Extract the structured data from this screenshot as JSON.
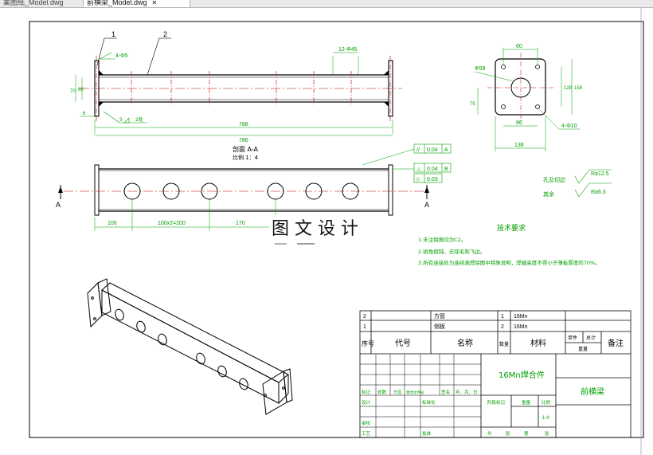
{
  "tabs": [
    {
      "label": "案图纸_Model.dwg",
      "active": false
    },
    {
      "label": "前横梁_Model.dwg",
      "active": true
    }
  ],
  "drawing": {
    "title_main_view_labels": {
      "balloon1": "1",
      "balloon2": "2"
    },
    "dims_top": {
      "hole_note": "4-Φ5",
      "chamfer": "12-Φ45",
      "overall_inner": "788",
      "overall": "786",
      "left_h1": "70",
      "left_h2": "60",
      "left_small": "6",
      "weld_note": "3",
      "weld_note2": "2处"
    },
    "section": {
      "title": "剖面 A-A",
      "scale": "比例 1：4",
      "arrow_left": "A",
      "arrow_right": "A",
      "dim1": "100",
      "dim2": "100x2=200",
      "dim3": "170",
      "tol1_sym": "//",
      "tol1_val": "0.04",
      "tol1_ref": "A",
      "tol2_sym": "⊥",
      "tol2_val": "0.04",
      "tol2_ref": "B",
      "tol3_sym": "◇",
      "tol3_val": "0.03"
    },
    "plate": {
      "top": "60",
      "hole": "Φ58",
      "right1": "128",
      "right2": "158",
      "left": "75",
      "bottom1": "86",
      "bottom2": "136",
      "holes_note": "4-Φ10"
    },
    "roughness": {
      "r1_label": "孔及切边",
      "r1_val": "Ra12.5",
      "r2_label": "其余",
      "r2_val": "Ra6.3"
    },
    "watermark": "图 文 设 计",
    "tech_title": "技术要求",
    "tech_notes": [
      "1.未注倒角均为C2。",
      "2.锐角倒钝，去除毛刺飞边。",
      "3.所有连接处为连续满焊除图中特殊说明，焊缝高度不得小于薄板厚度的70%。"
    ],
    "bom": [
      {
        "no": "2",
        "name": "方管",
        "qty": "1",
        "material": "16Mn"
      },
      {
        "no": "1",
        "name": "侧板",
        "qty": "2",
        "material": "16Mn"
      }
    ],
    "bom_headers": {
      "no": "序号",
      "code": "代号",
      "name": "名称",
      "qty": "数量",
      "material": "材料",
      "single": "单件",
      "total": "总计",
      "weight": "重量",
      "remark": "备注"
    },
    "title_block": {
      "material_desc": "16Mn焊合件",
      "part_name": "前横梁",
      "row_labels": [
        "标记",
        "处数",
        "分区",
        "更改文件号",
        "签名",
        "年、月、日"
      ],
      "design": "设计",
      "standard": "标准化",
      "review": "审核",
      "process": "工艺",
      "approve": "批准",
      "stage": "阶段标记",
      "weight": "重量",
      "scale": "比例",
      "scale_val": "1:4",
      "sheets_total": "共",
      "sheet": "张",
      "sheet_no": "第",
      "sheet_end": "张"
    }
  },
  "colors": {
    "line": "#000000",
    "dim": "#00a000",
    "center": "#c00000",
    "frame": "#000000",
    "title_text": "#00a000"
  }
}
